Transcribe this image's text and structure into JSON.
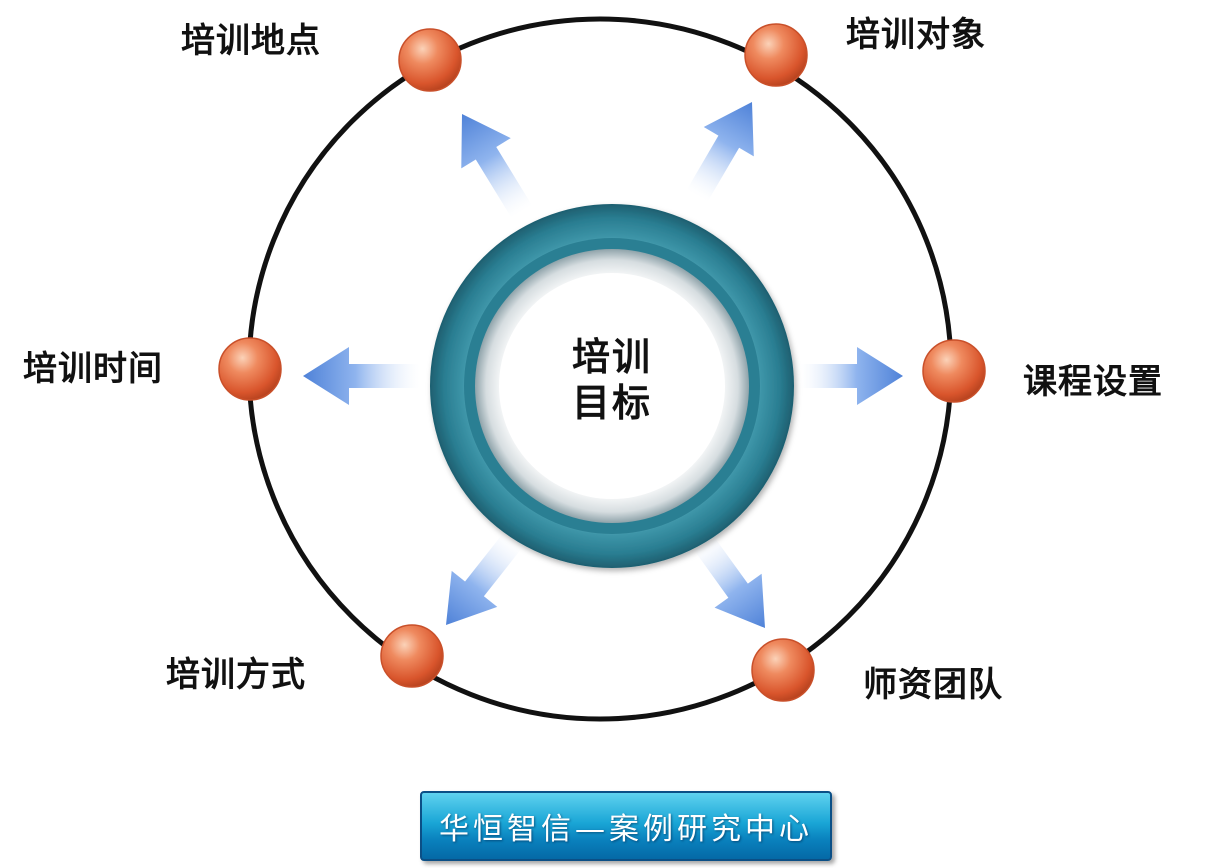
{
  "center": {
    "line1": "培训",
    "line2": "目标"
  },
  "nodes": [
    {
      "id": "location",
      "label": "培训地点"
    },
    {
      "id": "audience",
      "label": "培训对象"
    },
    {
      "id": "time",
      "label": "培训时间"
    },
    {
      "id": "curriculum",
      "label": "课程设置"
    },
    {
      "id": "method",
      "label": "培训方式"
    },
    {
      "id": "faculty",
      "label": "师资团队"
    }
  ],
  "footer": {
    "text": "华恒智信—案例研究中心"
  },
  "colors": {
    "ring_stroke": "#111111",
    "node_fill": "#e8683e",
    "arrow_fill": "#5b8fe0",
    "center_ring": "#2f8fa3",
    "banner": "#1aa6d6"
  }
}
